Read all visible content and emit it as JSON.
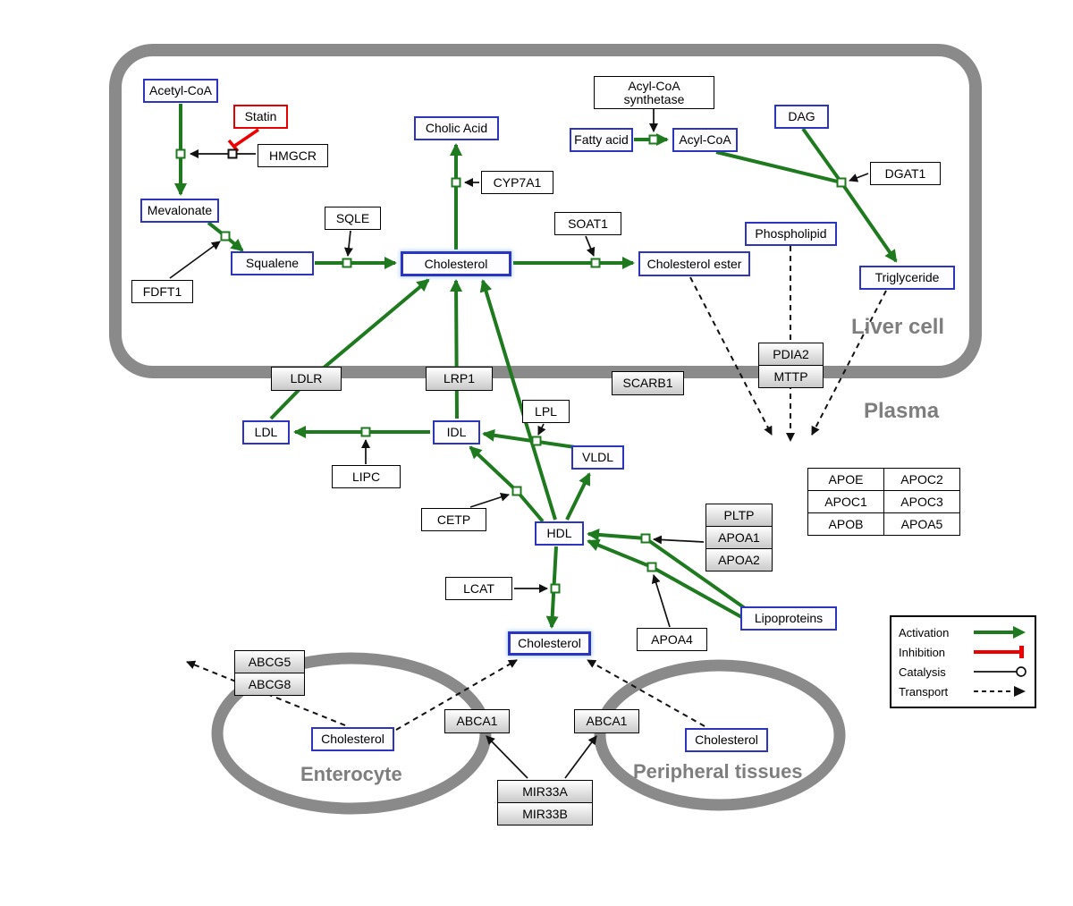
{
  "regions": {
    "liver_cell": "Liver cell",
    "plasma": "Plasma",
    "enterocyte": "Enterocyte",
    "peripheral_tissues": "Peripheral tissues"
  },
  "metabolites": {
    "acetyl_coa": "Acetyl-CoA",
    "mevalonate": "Mevalonate",
    "squalene": "Squalene",
    "cholesterol_liver": "Cholesterol",
    "cholic_acid": "Cholic Acid",
    "fatty_acid": "Fatty acid",
    "acyl_coa": "Acyl-CoA",
    "dag": "DAG",
    "phospholipid": "Phospholipid",
    "cholesterol_ester": "Cholesterol ester",
    "triglyceride": "Triglyceride",
    "ldl": "LDL",
    "idl": "IDL",
    "vldl": "VLDL",
    "hdl": "HDL",
    "lipoproteins": "Lipoproteins",
    "cholesterol_plasma": "Cholesterol",
    "cholesterol_enterocyte": "Cholesterol",
    "cholesterol_peripheral": "Cholesterol"
  },
  "drugs": {
    "statin": "Statin"
  },
  "enzymes": {
    "hmgcr": "HMGCR",
    "fdft1": "FDFT1",
    "sqle": "SQLE",
    "cyp7a1": "CYP7A1",
    "soat1": "SOAT1",
    "acyl_coa_synthetase_line1": "Acyl-CoA",
    "acyl_coa_synthetase_line2": "synthetase",
    "dgat1": "DGAT1",
    "lipc": "LIPC",
    "lpl": "LPL",
    "cetp": "CETP",
    "lcat": "LCAT",
    "apoa4": "APOA4"
  },
  "transporters": {
    "ldlr": "LDLR",
    "lrp1": "LRP1",
    "scarb1": "SCARB1",
    "pdia2": "PDIA2",
    "mttp": "MTTP",
    "pltp": "PLTP",
    "apoa1": "APOA1",
    "apoa2": "APOA2",
    "abcg5": "ABCG5",
    "abcg8": "ABCG8",
    "abca1_enterocyte": "ABCA1",
    "abca1_peripheral": "ABCA1",
    "mir33a": "MIR33A",
    "mir33b": "MIR33B"
  },
  "apolipoprotein_table": {
    "apoe": "APOE",
    "apoc2": "APOC2",
    "apoc1": "APOC1",
    "apoc3": "APOC3",
    "apob": "APOB",
    "apoa5": "APOA5"
  },
  "legend": {
    "activation": "Activation",
    "inhibition": "Inhibition",
    "catalysis": "Catalysis",
    "transport": "Transport"
  },
  "colors": {
    "activation_green": "#1f7a1f",
    "inhibition_red": "#ee0000",
    "metabolite_border_blue": "#2b35c0",
    "membrane_gray": "#8a8a8a"
  }
}
